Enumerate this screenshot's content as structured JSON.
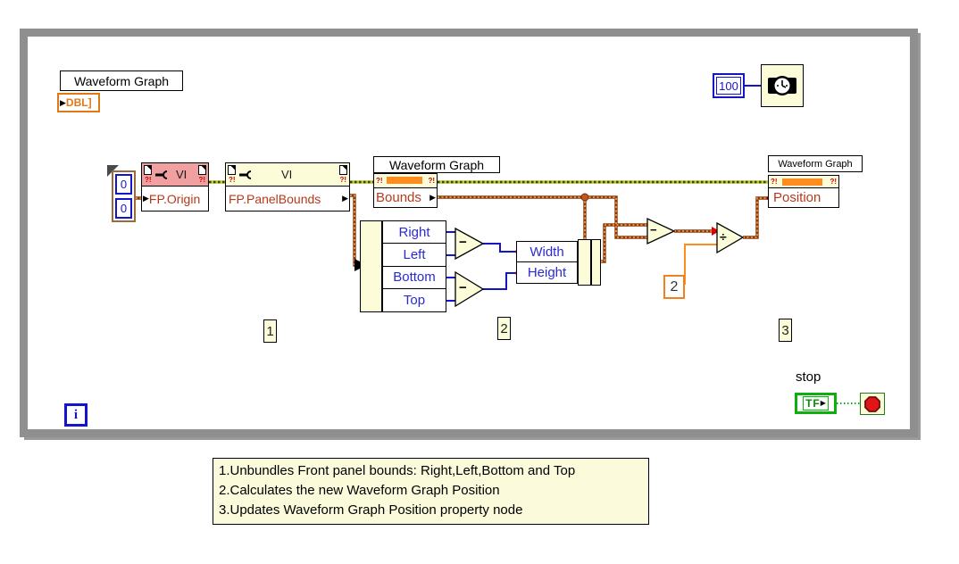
{
  "indicator": {
    "label": "Waveform Graph",
    "terminal": "DBL]"
  },
  "cluster_constant": {
    "values": [
      "0",
      "0"
    ]
  },
  "property_nodes": {
    "fp_origin": {
      "class_label": "VI",
      "property": "FP.Origin"
    },
    "fp_panel_bounds": {
      "class_label": "VI",
      "property": "FP.PanelBounds"
    },
    "bounds": {
      "label": "Waveform Graph",
      "property": "Bounds"
    },
    "position": {
      "label": "Waveform Graph",
      "property": "Position"
    }
  },
  "unbundle": {
    "fields": [
      "Right",
      "Left",
      "Bottom",
      "Top"
    ]
  },
  "bundle": {
    "fields": [
      "Width",
      "Height"
    ]
  },
  "operators": {
    "minus": "−",
    "divide": "÷"
  },
  "constants": {
    "divisor": "2",
    "wait_ms": "100"
  },
  "annotations": [
    "1",
    "2",
    "3"
  ],
  "stop": {
    "label": "stop",
    "terminal": "TF"
  },
  "iteration": {
    "label": "i"
  },
  "glyphs": {
    "qmark": "?!",
    "arrow": "▶"
  },
  "comment": {
    "lines": [
      "1.Unbundles Front panel bounds: Right,Left,Bottom and Top",
      "2.Calculates the new Waveform Graph Position",
      "3.Updates Waveform Graph Position property node"
    ]
  },
  "colors": {
    "cluster_wire": "#8a3a08",
    "refnum_wire": "#b8c832",
    "numeric_wire": "#1414c8",
    "float_wire": "#ff8c1e",
    "boolean_wire": "#12a812",
    "node_fill": "#fcfcd8",
    "pink_header": "#f0a0a0",
    "property_text": "#b43a1e",
    "loop_border": "#8f8f8f",
    "control_ref_bar": "#ff8c1e"
  }
}
